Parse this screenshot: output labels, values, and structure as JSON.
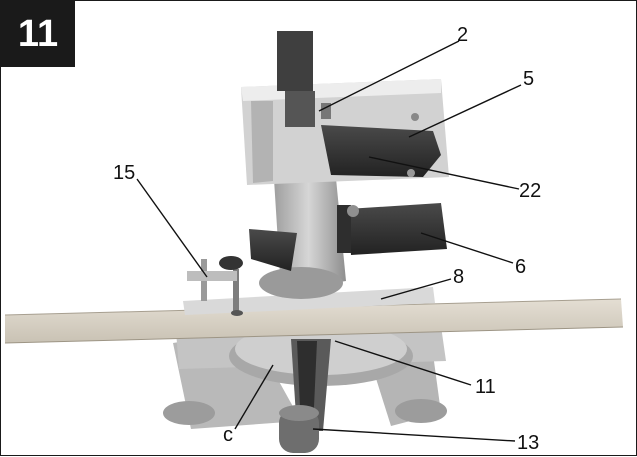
{
  "figure": {
    "number": "11",
    "callouts": {
      "c2": "2",
      "c5": "5",
      "c22": "22",
      "c15": "15",
      "c6": "6",
      "c8": "8",
      "c11": "11",
      "cc": "c",
      "c13": "13"
    }
  },
  "colors": {
    "badge_bg": "#1a1a1a",
    "wood": "#d8d2c6",
    "saw_body": "#bdbdbd",
    "motor": "#3a3a3a"
  }
}
